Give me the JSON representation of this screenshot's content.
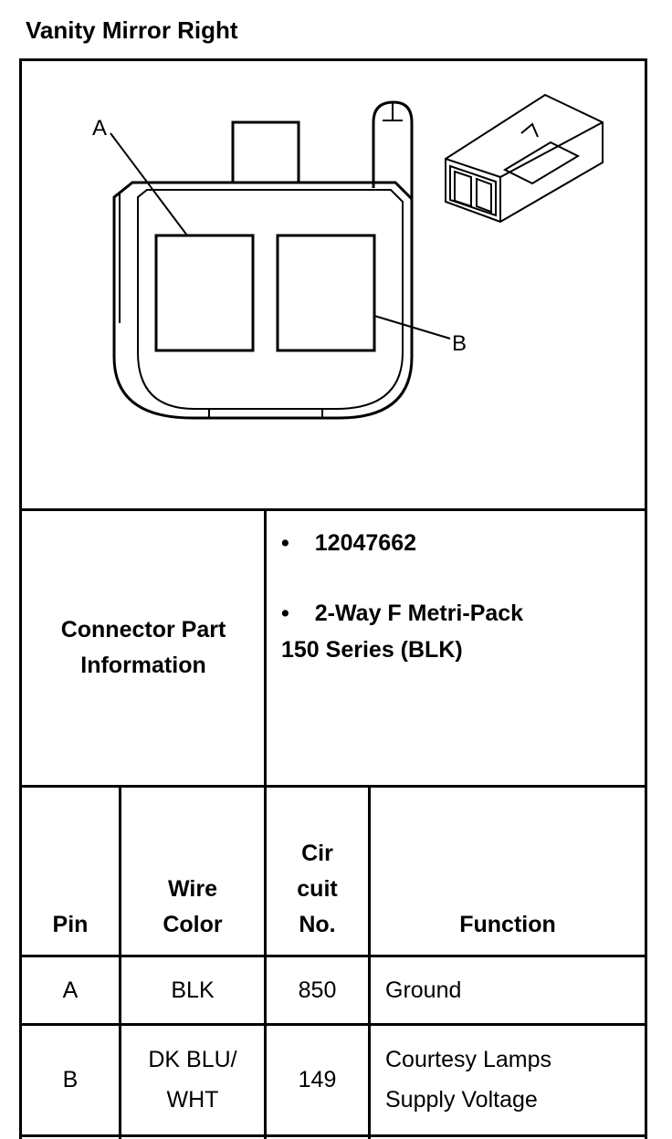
{
  "title": "Vanity Mirror Right",
  "diagram": {
    "pin_labels": [
      "A",
      "B"
    ],
    "icons": [
      "connector-face-view-icon",
      "connector-isometric-icon"
    ]
  },
  "connector_info": {
    "label_line1": "Connector Part",
    "label_line2": "Information",
    "bullets": [
      {
        "symbol": "•",
        "text": "12047662"
      },
      {
        "symbol": "•",
        "text": "2-Way F Metri-Pack",
        "continuation": "150 Series (BLK)"
      }
    ]
  },
  "pin_table": {
    "headers": {
      "pin": "Pin",
      "wire_color": [
        "Wire",
        "Color"
      ],
      "circuit": [
        "Cir",
        "cuit",
        "No."
      ],
      "function": "Function"
    },
    "rows": [
      {
        "pin": "A",
        "wire_color": [
          "BLK"
        ],
        "circuit": "850",
        "function": [
          "Ground"
        ]
      },
      {
        "pin": "B",
        "wire_color": [
          "DK BLU/",
          "WHT"
        ],
        "circuit": "149",
        "function": [
          "Courtesy Lamps",
          "Supply Voltage"
        ]
      }
    ]
  }
}
